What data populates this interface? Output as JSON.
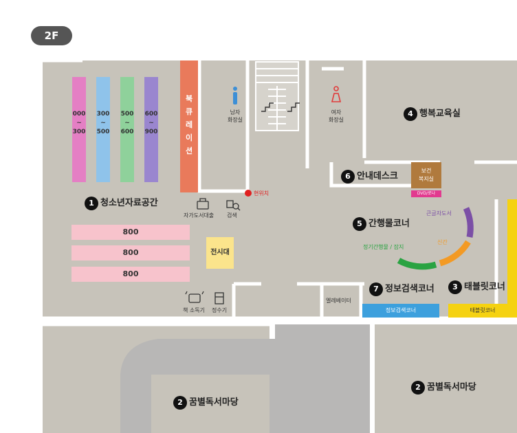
{
  "floor": "2F",
  "colors": {
    "floor_gray": "#c7c3ba",
    "wall": "#ffffff",
    "bookshelf_row": "#f7c3cc",
    "curation": "#e97a5b",
    "display": "#fbe48c",
    "health_room": "#b07a3d",
    "info_search_bar": "#3da0dd",
    "tablet_bar": "#f5d211",
    "current_location": "#e02020"
  },
  "shelves": [
    {
      "range_start": "000",
      "range_end": "300",
      "color": "#e47fc4"
    },
    {
      "range_start": "300",
      "range_end": "500",
      "color": "#8fc3ea"
    },
    {
      "range_start": "500",
      "range_end": "600",
      "color": "#8fd19b"
    },
    {
      "range_start": "600",
      "range_end": "900",
      "color": "#9a86cf"
    }
  ],
  "range_separator": "~",
  "row_shelves": [
    "800",
    "800",
    "800"
  ],
  "curation_label": "북큐레이션",
  "display_label": "전시대",
  "restroom_male": "남자\n화장실",
  "restroom_female": "여자\n화장실",
  "current_location": "현위치",
  "self_checkout": "자가도서대출",
  "search_kiosk": "검색",
  "sterilizer": "책 소독기",
  "water_purifier": "정수기",
  "elevator": "엘레베이터",
  "health_room": "보건\n복지실",
  "dvd_tag": "DVD/로나",
  "arc_labels": {
    "purple": "큰글자도서",
    "orange": "신간",
    "green": "정기간행물 / 잡지"
  },
  "bars": {
    "info_search": "정보검색코너",
    "tablet": "태블릿코너"
  },
  "zones": [
    {
      "num": "1",
      "name": "청소년자료공간"
    },
    {
      "num": "2",
      "name": "꿈별독서마당"
    },
    {
      "num": "2",
      "name": "꿈별독서마당"
    },
    {
      "num": "3",
      "name": "태블릿코너"
    },
    {
      "num": "4",
      "name": "행복교육실"
    },
    {
      "num": "5",
      "name": "간행물코너"
    },
    {
      "num": "6",
      "name": "안내데스크"
    },
    {
      "num": "7",
      "name": "정보검색코너"
    }
  ]
}
